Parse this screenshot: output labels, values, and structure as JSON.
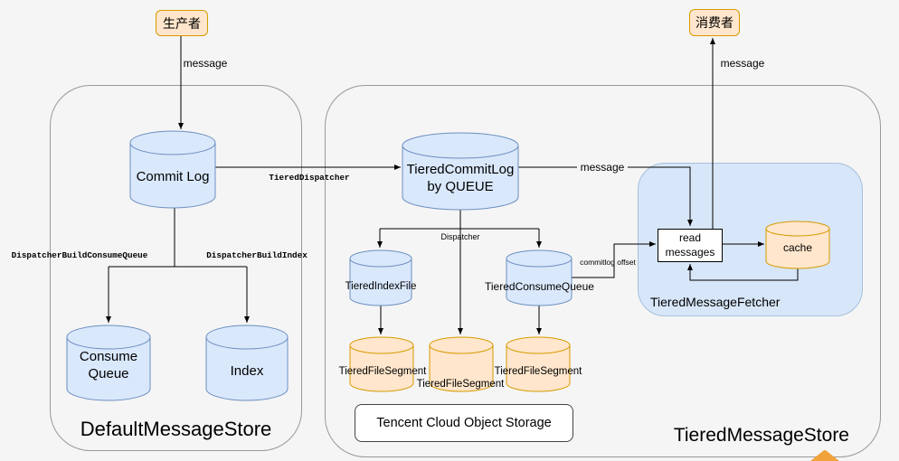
{
  "colors": {
    "bg": "#f5f5f5",
    "container-stroke": "#999999",
    "blue-fill": "#dae8fc",
    "blue-stroke": "#6c8ebf",
    "tan-fill": "#ffe6cc",
    "tan-stroke": "#d79b00",
    "fetcher-fill": "#d7e6f8",
    "fetcher-stroke": "#a6c1de",
    "line": "#000000",
    "orange-fragment": "#f0a33a"
  },
  "actors": {
    "producer": "生产者",
    "consumer": "消费者"
  },
  "containers": {
    "default_store": "DefaultMessageStore",
    "tiered_store": "TieredMessageStore",
    "fetcher": "TieredMessageFetcher",
    "object_storage": "Tencent Cloud Object Storage"
  },
  "nodes": {
    "commit_log": "Commit Log",
    "consume_queue": "Consume\nQueue",
    "index": "Index",
    "tiered_commit_log": "TieredCommitLog\nby QUEUE",
    "tiered_index_file": "TieredIndexFile",
    "tiered_consume_queue": "TieredConsumeQueue",
    "tiered_file_segment_1": "TieredFileSegment",
    "tiered_file_segment_2": "TieredFileSegment",
    "tiered_file_segment_3": "TieredFileSegment",
    "read_messages": "read\nmessages",
    "cache": "cache"
  },
  "edge_labels": {
    "producer_message": "message",
    "tiered_dispatcher": "TieredDispatcher",
    "dispatcher_build_consume_queue": "DispatcherBuildConsumeQueue",
    "dispatcher_build_index": "DispatcherBuildIndex",
    "dispatcher": "Dispatcher",
    "message_to_fetcher": "message",
    "commitlog_offset": "commitlog offset",
    "consumer_message": "message"
  }
}
